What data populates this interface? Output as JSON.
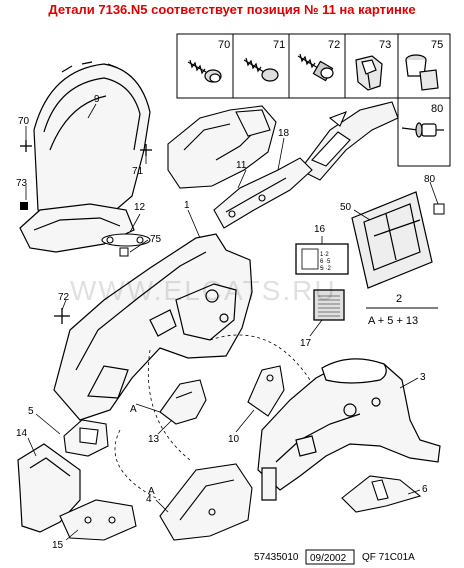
{
  "header": {
    "text": "Детали 7136.N5 соответствует позиция № 11 на картинке",
    "color": "#e00000"
  },
  "watermark": {
    "text": "WWW.ELCATS.RU"
  },
  "formula": {
    "top": "2",
    "bottom": "A + 5 + 13"
  },
  "footer": {
    "code": "57435010",
    "date": "09/2002",
    "ref": "QF 71C01A"
  },
  "callouts": {
    "c1": "1",
    "c2": "2",
    "c3": "3",
    "c4": "4",
    "c5": "5",
    "c6": "6",
    "c9": "9",
    "c10": "10",
    "c11": "11",
    "c12": "12",
    "c13": "13",
    "c14": "14",
    "c15": "15",
    "c16": "16",
    "c17": "17",
    "c18": "18",
    "c50": "50",
    "c70": "70",
    "c71": "71",
    "c72": "72",
    "c73": "73",
    "c75": "75",
    "c80": "80",
    "b70": "70",
    "b71": "71",
    "b72": "72",
    "b73": "73",
    "b75": "75",
    "b80": "80"
  },
  "markers": {
    "m1": "A",
    "m2": "A"
  },
  "label16": {
    "line1": "1·2",
    "line2": "6 ·5",
    "line3": "Ꭶ ·2"
  }
}
